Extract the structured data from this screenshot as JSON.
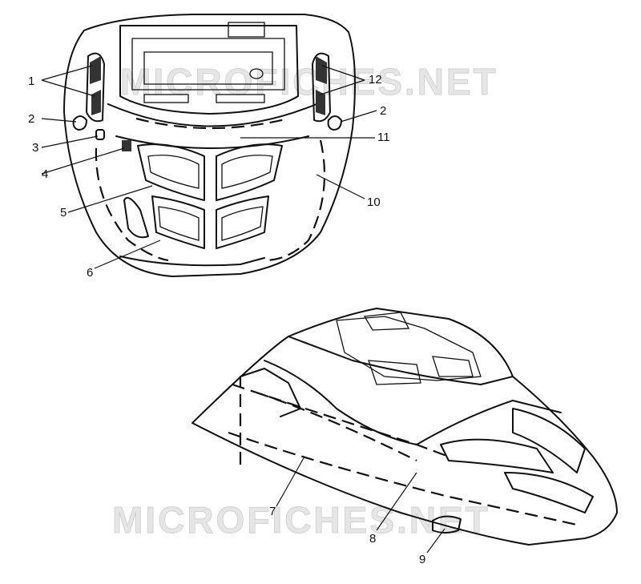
{
  "watermark": {
    "text": "MICROFICHES.NET"
  },
  "callouts": {
    "c1": "1",
    "c2a": "2",
    "c2b": "2",
    "c3": "3",
    "c4": "4",
    "c5": "5",
    "c6": "6",
    "c7": "7",
    "c8": "8",
    "c9": "9",
    "c10": "10",
    "c11": "11",
    "c12": "12"
  }
}
